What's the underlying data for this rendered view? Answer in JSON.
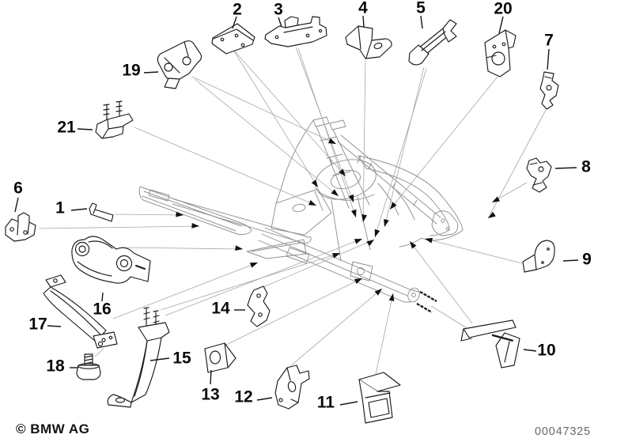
{
  "diagram_type": "vehicle-body-parts-exploded-diagram",
  "callouts": [
    {
      "label": "1"
    },
    {
      "label": "2"
    },
    {
      "label": "3"
    },
    {
      "label": "4"
    },
    {
      "label": "5"
    },
    {
      "label": "6"
    },
    {
      "label": "7"
    },
    {
      "label": "8"
    },
    {
      "label": "9"
    },
    {
      "label": "10"
    },
    {
      "label": "11"
    },
    {
      "label": "12"
    },
    {
      "label": "13"
    },
    {
      "label": "14"
    },
    {
      "label": "15"
    },
    {
      "label": "16"
    },
    {
      "label": "17"
    },
    {
      "label": "18"
    },
    {
      "label": "19"
    },
    {
      "label": "20"
    },
    {
      "label": "21"
    }
  ],
  "footer": {
    "copyright": "© BMW AG",
    "plate_number": "00047325"
  },
  "colors": {
    "background": "#ffffff",
    "part_line": "#1b1b1b",
    "structure_line": "#8f8f8f",
    "leader_line": "#a6a6a6",
    "callout_text": "#0a0a0a",
    "plate_text": "#686868"
  }
}
